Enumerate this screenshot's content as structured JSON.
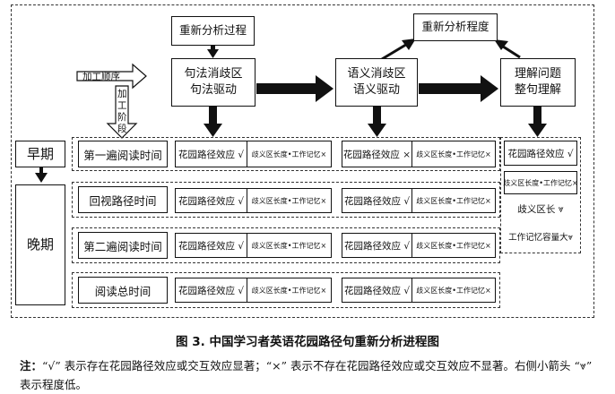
{
  "top": {
    "reanalysis_process": "重新分析过程",
    "reanalysis_degree": "重新分析程度"
  },
  "stages": {
    "syntax": "句法消歧区\n句法驱动",
    "semantic": "语义消歧区\n语义驱动",
    "understanding": "理解问题\n整句理解"
  },
  "labels": {
    "processing_order": "加工顺序",
    "processing_stage": "加工阶段"
  },
  "time": {
    "early": "早期",
    "late": "晚期"
  },
  "rows": [
    {
      "label": "第一遍阅读时间",
      "syn_a": "花园路径效应 √",
      "syn_b": "歧义区长度•工作记忆×",
      "sem_a": "花园路径效应 ×",
      "sem_b": "歧义区长度•工作记忆×"
    },
    {
      "label": "回视路径时间",
      "syn_a": "花园路径效应 √",
      "syn_b": "歧义区长度•工作记忆×",
      "sem_a": "花园路径效应 √",
      "sem_b": "歧义区长度•工作记忆×"
    },
    {
      "label": "第二遍阅读时间",
      "syn_a": "花园路径效应 √",
      "syn_b": "歧义区长度•工作记忆×",
      "sem_a": "花园路径效应 √",
      "sem_b": "歧义区长度•工作记忆×"
    },
    {
      "label": "阅读总时间",
      "syn_a": "花园路径效应 √",
      "syn_b": "歧义区长度•工作记忆×",
      "sem_a": "花园路径效应 √",
      "sem_b": "歧义区长度•工作记忆×"
    }
  ],
  "understanding_results": [
    "花园路径效应 √",
    "歧义区长度•工作记忆×",
    "歧义区长 ⩔",
    "工作记忆容量大⩔"
  ],
  "caption": "图 3. 中国学习者英语花园路径句重新分析进程图",
  "note": {
    "label": "注：",
    "text": "“√” 表示存在花园路径效应或交互效应显著；“×” 表示不存在花园路径效应或交互效应不显著。右侧小箭头 “⩔” 表示程度低。"
  }
}
